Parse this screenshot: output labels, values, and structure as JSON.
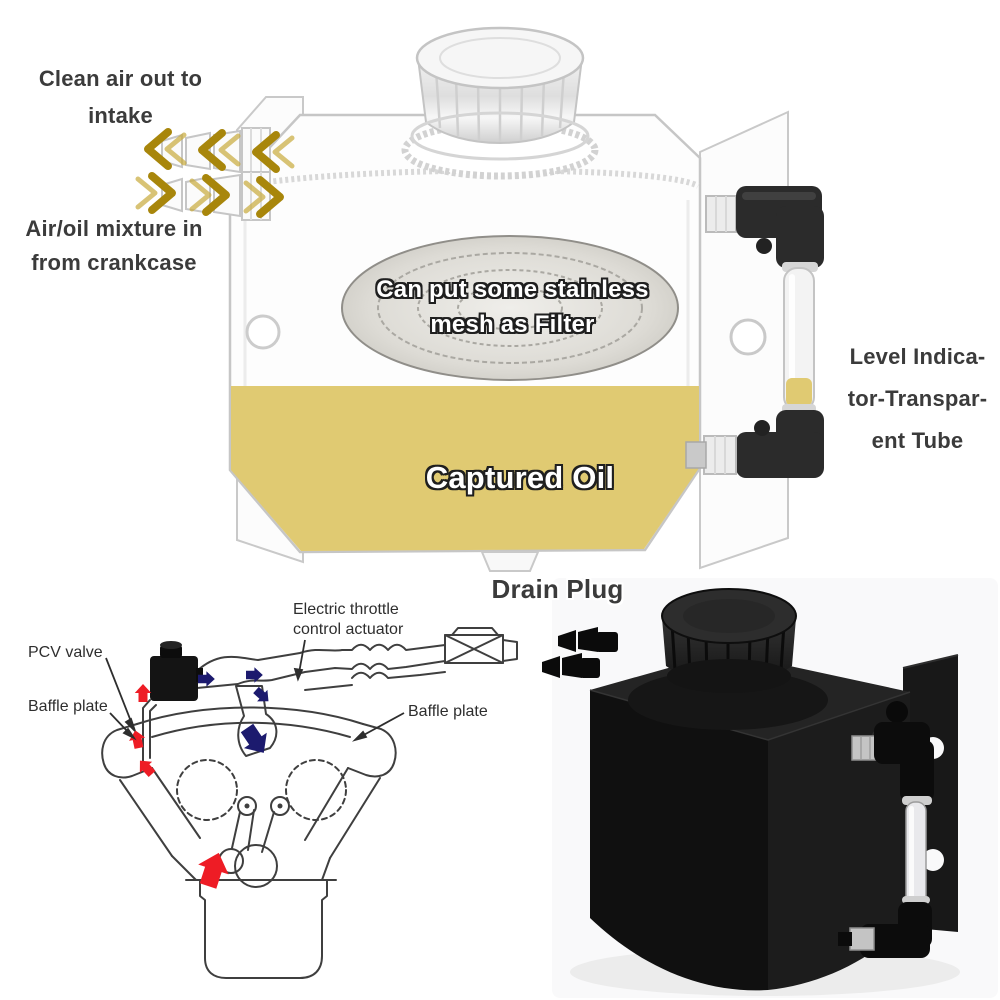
{
  "annotations": {
    "clean_air": "Clean air out to\nintake",
    "air_oil": "Air/oil mixture in\nfrom crankcase",
    "mesh": "Can put some stainless\nmesh as Filter",
    "captured_oil": "Captured Oil",
    "level_tube": "Level Indica-\ntor-Transpar-\nent Tube",
    "drain_plug": "Drain Plug"
  },
  "diagram_labels": {
    "throttle": "Electric throttle\ncontrol actuator",
    "pcv": "PCV valve",
    "baffle_left": "Baffle plate",
    "baffle_right": "Baffle plate"
  },
  "icons": {
    "flow_out_arrows": "gold-chevrons-left",
    "flow_in_arrows": "gold-chevrons-right",
    "crankcase_flow_arrows": "red-arrows",
    "clean_air_flow_arrows": "navy-arrows"
  },
  "colors": {
    "oil": "#e0ca72",
    "gold_arrow": "#a8860b",
    "red_flow": "#ee1c25",
    "blue_flow": "#1c1a6e",
    "annotation_text": "#3b3b3b"
  }
}
